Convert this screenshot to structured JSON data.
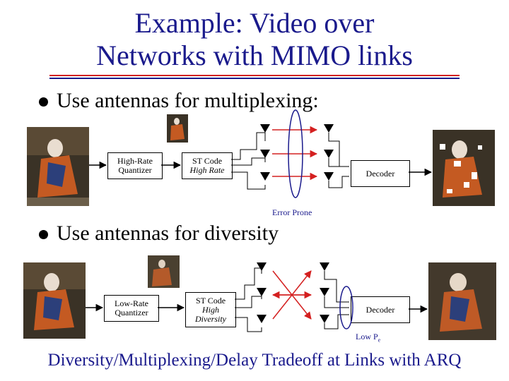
{
  "title": {
    "line1": "Example: Video over",
    "line2": "Networks with MIMO links"
  },
  "bullets": [
    {
      "text": "Use antennas for multiplexing:"
    },
    {
      "text": "Use antennas for diversity"
    }
  ],
  "multiplexing": {
    "quantizer": {
      "line1": "High-Rate",
      "line2": "Quantizer"
    },
    "st_code": {
      "line1": "ST Code",
      "line2": "High Rate"
    },
    "decoder": "Decoder",
    "note": "Error Prone"
  },
  "diversity": {
    "quantizer": {
      "line1": "Low-Rate",
      "line2": "Quantizer"
    },
    "st_code": {
      "line1": "ST Code",
      "line2": "High",
      "line3": "Diversity"
    },
    "decoder": "Decoder",
    "note": "Low P",
    "note_sub": "e"
  },
  "footer": "Diversity/Multiplexing/Delay Tradeoff at Links with ARQ",
  "colors": {
    "title": "#1a1a8c",
    "channel": "#d42020",
    "ellipse": "#1a1a8c"
  }
}
